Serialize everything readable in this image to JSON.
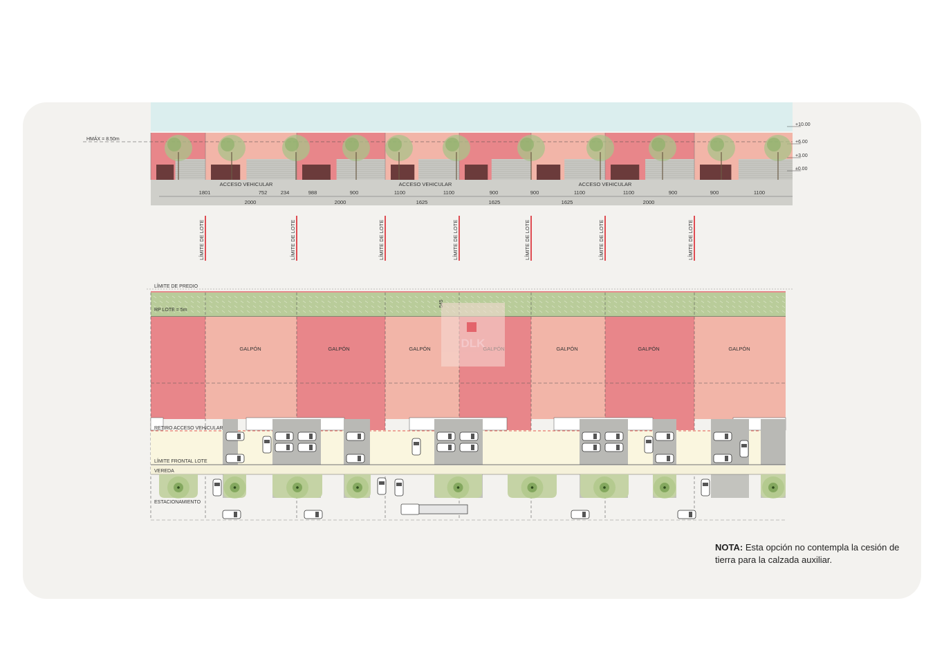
{
  "elevation": {
    "hmax_label": "HMÁX = 8.50m",
    "level_labels": [
      "+10.00",
      "+6.00",
      "+3.00",
      "±0.00"
    ],
    "access_labels": [
      "ACCESO VEHICULAR",
      "ACCESO VEHICULAR",
      "ACCESO VEHICULAR"
    ],
    "dimensions_row1": [
      "1801",
      "752",
      "234",
      "988",
      "900",
      "1100",
      "1100",
      "900",
      "900",
      "1100",
      "1100",
      "900",
      "900",
      "1100"
    ],
    "dimensions_row2": [
      "2000",
      "2000",
      "1625",
      "1625",
      "1625",
      "2000"
    ]
  },
  "lot_limit_label": "LÍMITE DE LOTE",
  "lot_limits_count": 7,
  "plan": {
    "predio_label": "LÍMITE DE PREDIO",
    "rp_lote_label": "RP LOTE = 5m",
    "depth_label": "545",
    "galpon_label": "GALPÓN",
    "galpon_count": 7,
    "retiro_label": "RETIRO ACCESO VEHICULAR 7.5M",
    "limite_frontal_label": "LÍMITE FRONTAL LOTE",
    "vereda_label": "VEREDA",
    "estacionamiento_label": "ESTACIONAMIENTO"
  },
  "watermark": "DLK",
  "note": {
    "bold": "NOTA:",
    "text": "Esta opción no contempla la cesión de tierra para la calzada auxiliar."
  },
  "colors": {
    "dark_red": "#e8868a",
    "light_pink": "#f2b5a8",
    "green_strip": "#b9cc9a",
    "sky": "#dbeeee",
    "limit_red": "#d8232a"
  }
}
